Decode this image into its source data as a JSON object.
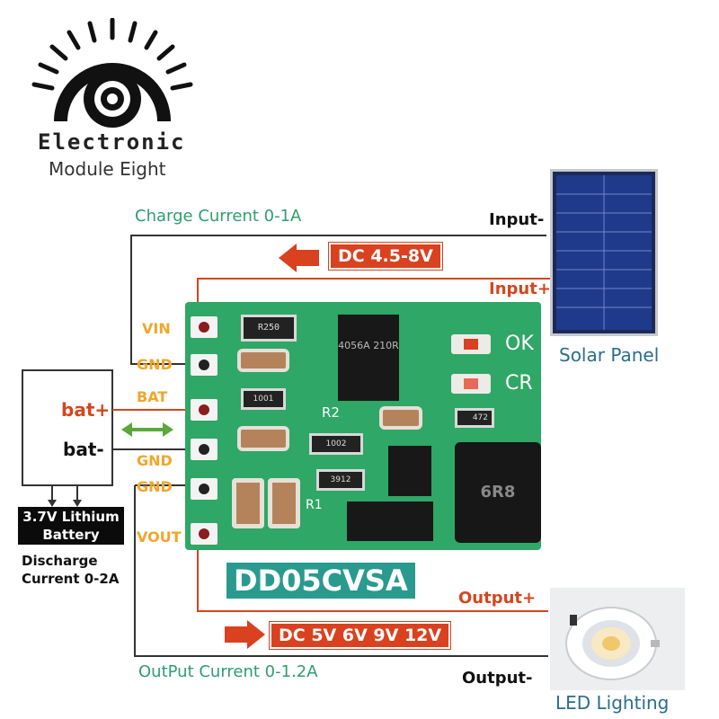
{
  "logo": {
    "line1": "Electronic",
    "line2": "Module Eight"
  },
  "labels": {
    "charge_current": "Charge Current 0-1A",
    "output_current": "OutPut Current 0-1.2A",
    "input_minus": "Input-",
    "input_plus": "Input+",
    "output_plus": "Output+",
    "output_minus": "Output-",
    "dc_in": "DC 4.5-8V",
    "dc_out": "DC 5V 6V 9V 12V",
    "solar_panel": "Solar Panel",
    "led_lighting": "LED Lighting",
    "bat_plus": "bat+",
    "bat_minus": "bat-",
    "battery": "3.7V Lithium Battery",
    "discharge": "Discharge Current 0-2A",
    "model": "DD05CVSA"
  },
  "pins": [
    "VIN",
    "GND",
    "BAT",
    "GND",
    "GND",
    "VOUT"
  ],
  "board": {
    "r250": "R250",
    "chip_main": "4056A 210R",
    "r1001": "1001",
    "r1002": "1002",
    "r472": "472",
    "r3912": "3912",
    "inductor": "6R8",
    "ref_r2": "R2",
    "ref_r1": "R1",
    "ok": "OK",
    "cr": "CR"
  },
  "colors": {
    "pcb": "#2fa766",
    "accent_red": "#d9411f",
    "label_green": "#2e9e6e",
    "model_bg": "#2a9a8f"
  }
}
